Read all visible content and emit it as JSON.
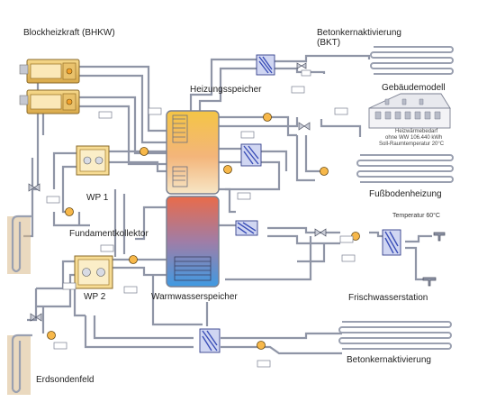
{
  "labels": {
    "bhkw": "Blockheizkraft (BHKW)",
    "bkt_top_1": "Betonkernaktivierung",
    "bkt_top_2": "(BKT)",
    "heizungsspeicher": "Heizungsspeicher",
    "gebaeudemodell": "Gebäudemodell",
    "heizwaerme_1": "Heizwärmebedarf",
    "heizwaerme_2": "ohne WW 106.440 kWh",
    "heizwaerme_3": "Soll-Raumtemperatur 20°C",
    "wp1": "WP 1",
    "fussbodenheizung": "Fußbodenheizung",
    "fundamentkollektor": "Fundamentkollektor",
    "temperatur": "Temperatur 60°C",
    "wp2": "WP 2",
    "warmwasserspeicher": "Warmwasserspeicher",
    "frischwasserstation": "Frischwasserstation",
    "erdsondenfeld": "Erdsondenfeld",
    "bkt_bottom": "Betonkernaktivierung"
  },
  "colors": {
    "pipe": "#8a8fa0",
    "pipe_shade": "#c9ccd6",
    "hot_top": "#f5c94a",
    "hot_mid": "#f2a05a",
    "ww_top": "#e86a4a",
    "ww_mid": "#9a7fa8",
    "ww_bottom": "#4a9be0",
    "pump": "#f2a02a",
    "exchanger": "#4a63c8",
    "bhkw_body": "#e8c060",
    "wp_body": "#f3d080"
  }
}
